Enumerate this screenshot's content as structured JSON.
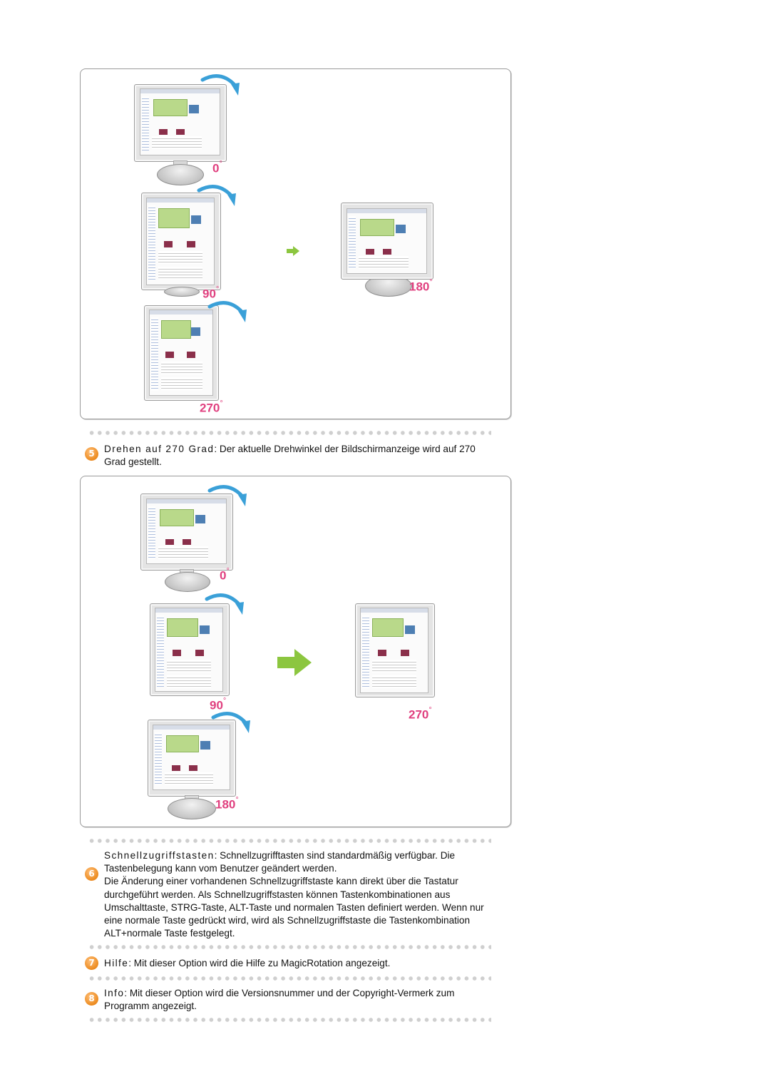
{
  "panel1": {
    "labels": {
      "a": "0",
      "b": "90",
      "c": "270",
      "d": "180",
      "unit": "°"
    }
  },
  "panel2": {
    "labels": {
      "a": "0",
      "b": "90",
      "c": "180",
      "d": "270",
      "unit": "°"
    }
  },
  "items": [
    {
      "number": "5",
      "term": "Drehen auf 270 Grad",
      "text": ": Der aktuelle Drehwinkel der Bildschirmanzeige wird auf 270 Grad gestellt."
    },
    {
      "number": "6",
      "term": "Schnellzugriffstasten",
      "text": ": Schnellzugrifftasten sind standardmäßig verfügbar. Die Tastenbelegung kann vom Benutzer geändert werden.",
      "text2": "Die Änderung einer vorhandenen Schnellzugriffstaste kann direkt über die Tastatur durchgeführt werden. Als Schnellzugriffstasten können Tastenkombinationen aus Umschalttaste, STRG-Taste, ALT-Taste und normalen Tasten definiert werden. Wenn nur eine normale Taste gedrückt wird, wird als Schnellzugriffstaste die Tastenkombination ALT+normale Taste festgelegt."
    },
    {
      "number": "7",
      "term": "Hilfe",
      "text": ": Mit dieser Option wird die Hilfe zu MagicRotation angezeigt."
    },
    {
      "number": "8",
      "term": "Info",
      "text": ": Mit dieser Option wird die Versionsnummer und der Copyright-Vermerk zum Programm angezeigt."
    }
  ],
  "colors": {
    "accent": "#e0407f",
    "arrow": "#8cc63f",
    "rotate": "#3aa0d8",
    "badge": "#ec8a1e"
  }
}
